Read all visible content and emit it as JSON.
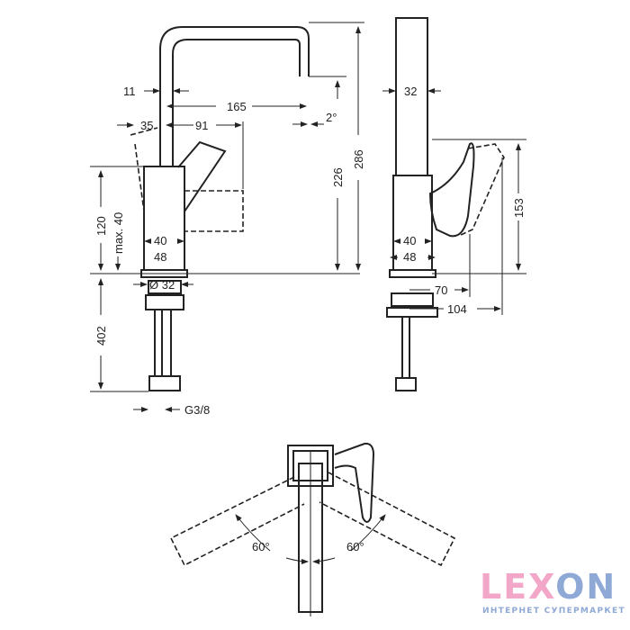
{
  "drawing": {
    "front": {
      "d_11": "11",
      "d_165": "165",
      "d_35": "35",
      "d_91": "91",
      "d_2deg": "2°",
      "d_226": "226",
      "d_286": "286",
      "d_120": "120",
      "d_max40": "max. 40",
      "d_40": "40",
      "d_48": "48",
      "d_32": "Ø 32",
      "d_402": "402",
      "d_g38": "G3/8"
    },
    "side": {
      "d_32": "32",
      "d_40": "40",
      "d_48": "48",
      "d_153": "153",
      "d_70": "70",
      "d_104": "104"
    },
    "top": {
      "angle_left": "60°",
      "angle_right": "60°"
    }
  },
  "logo": {
    "name": "LEXON",
    "name_a": "LEX",
    "name_b": "ON",
    "tagline": "ИНТЕРНЕТ СУПЕРМАРКЕТ",
    "colors": {
      "pink": "#f2a6c8",
      "blue": "#8fa9d6"
    }
  }
}
